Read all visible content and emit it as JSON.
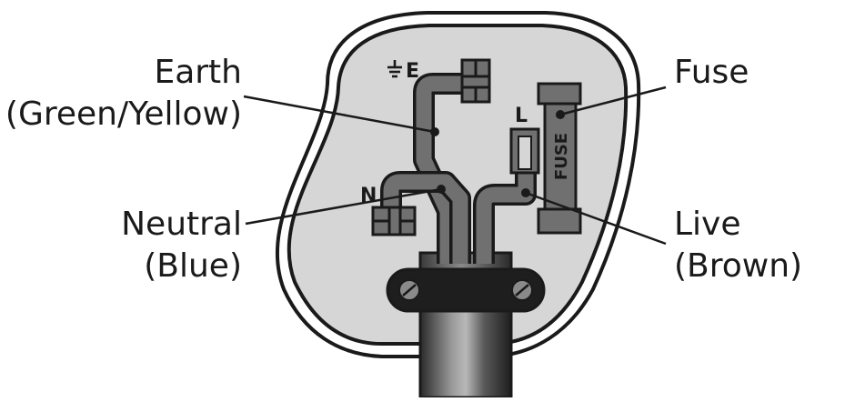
{
  "labels": {
    "earth": [
      "Earth",
      "(Green/Yellow)"
    ],
    "neutral": [
      "Neutral",
      "(Blue)"
    ],
    "fuse": [
      "Fuse"
    ],
    "live": [
      "Live",
      "(Brown)"
    ]
  },
  "terminals": {
    "earth": "E",
    "neutral": "N",
    "live": "L"
  },
  "fuse_text": "FUSE",
  "colors": {
    "plug_body": "#d6d6d6",
    "wire": "#707070",
    "outline": "#1a1a1a",
    "cable_clamp": "#1e1e1e"
  },
  "icons": {
    "earth_symbol": "earth-ground-icon"
  }
}
